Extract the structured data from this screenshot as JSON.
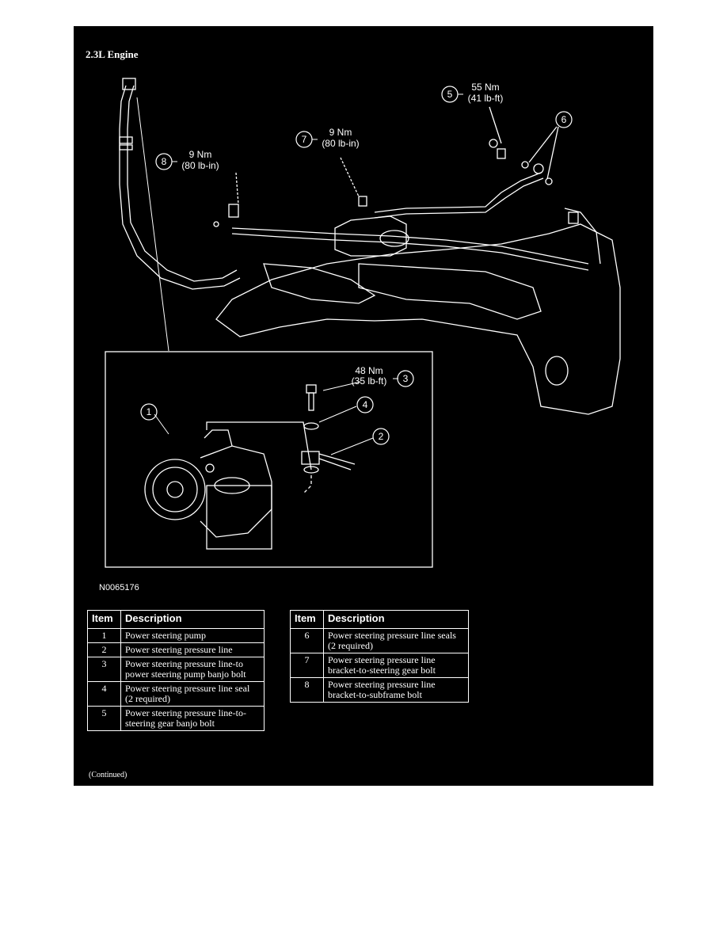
{
  "section_title": "2.3L Engine",
  "figure_code": "N0065176",
  "callouts": {
    "c1": {
      "num": "1"
    },
    "c2": {
      "num": "2"
    },
    "c3": {
      "num": "3",
      "line1": "48 Nm",
      "line2": "(35 lb-ft)"
    },
    "c4": {
      "num": "4"
    },
    "c5": {
      "num": "5",
      "line1": "55 Nm",
      "line2": "(41 lb-ft)"
    },
    "c6": {
      "num": "6"
    },
    "c7": {
      "num": "7",
      "line1": "9 Nm",
      "line2": "(80 lb-in)"
    },
    "c8": {
      "num": "8",
      "line1": "9 Nm",
      "line2": "(80 lb-in)"
    }
  },
  "table_headers": {
    "item": "Item",
    "description": "Description"
  },
  "left_table": [
    {
      "item": "1",
      "description": "Power steering pump"
    },
    {
      "item": "2",
      "description": "Power steering pressure line"
    },
    {
      "item": "3",
      "description": "Power steering pressure line-to power steering pump banjo bolt"
    },
    {
      "item": "4",
      "description": "Power steering pressure line seal (2 required)"
    },
    {
      "item": "5",
      "description": "Power steering pressure line-to-steering gear banjo bolt"
    }
  ],
  "right_table": [
    {
      "item": "6",
      "description": "Power steering pressure line seals (2 required)"
    },
    {
      "item": "7",
      "description": "Power steering pressure line bracket-to-steering gear bolt"
    },
    {
      "item": "8",
      "description": "Power steering pressure line bracket-to-subframe bolt"
    }
  ],
  "continued_note": "(Continued)",
  "colors": {
    "background": "#000000",
    "ink": "#ffffff",
    "page": "#ffffff"
  }
}
